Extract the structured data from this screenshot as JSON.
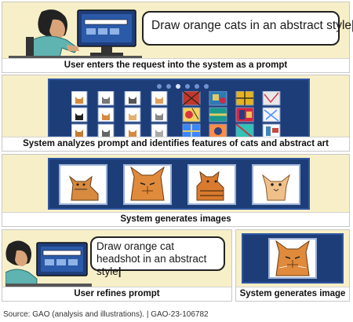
{
  "steps": {
    "s1": "User enters the request into the system as a prompt",
    "s2": "System analyzes prompt and identifies features of cats and abstract art",
    "s3": "System generates images",
    "s4": "User refines prompt",
    "s5": "System generates image"
  },
  "prompts": {
    "initial": "Draw orange cats in an abstract style",
    "refined": "Draw orange cat headshot in an abstract style"
  },
  "source": "Source: GAO (analysis and illustrations).  |  GAO-23-106782",
  "colors": {
    "panel_bg": "#f7efc7",
    "screen_blue": "#1d3d78",
    "cat_orange": "#e08a3c"
  }
}
